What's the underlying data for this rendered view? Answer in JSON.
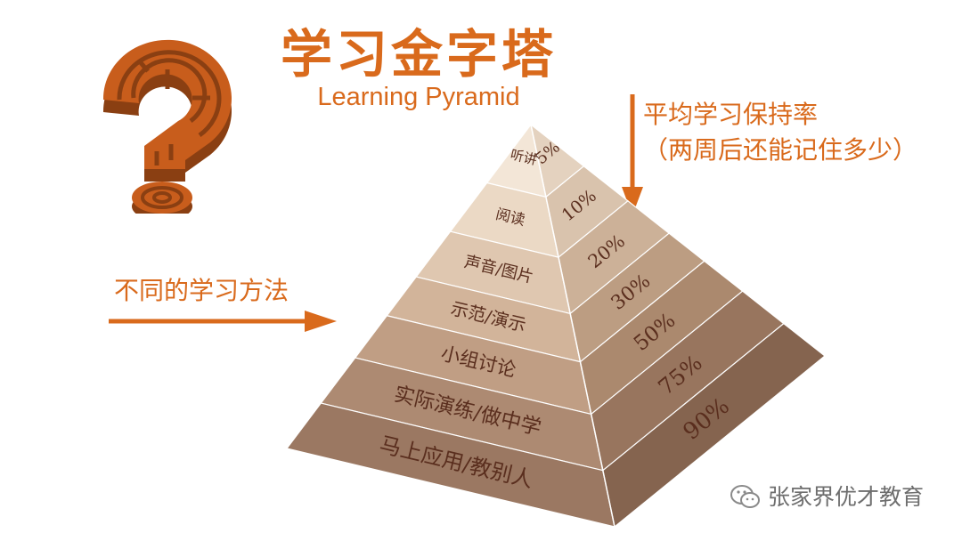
{
  "title": "学习金字塔",
  "subtitle": "Learning Pyramid",
  "retention_title": "平均学习保持率",
  "retention_subtitle": "（两周后还能记住多少）",
  "methods_label": "不同的学习方法",
  "watermark": "张家界优才教育",
  "levels": [
    {
      "method": "听讲",
      "rate": "5%"
    },
    {
      "method": "阅读",
      "rate": "10%"
    },
    {
      "method": "声音/图片",
      "rate": "20%"
    },
    {
      "method": "示范/演示",
      "rate": "30%"
    },
    {
      "method": "小组讨论",
      "rate": "50%"
    },
    {
      "method": "实际演练/做中学",
      "rate": "75%"
    },
    {
      "method": "马上应用/教别人",
      "rate": "90%"
    }
  ],
  "colors": {
    "accent": "#d96a1c",
    "front_faces": [
      "#f3e6d7",
      "#ebd9c5",
      "#dfc7b0",
      "#d2b49a",
      "#c09e84",
      "#ad8a72",
      "#9b7862"
    ],
    "side_faces": [
      "#e4d2bf",
      "#d9c3ad",
      "#ccb198",
      "#bc9d82",
      "#ab896e",
      "#98755e",
      "#85644f"
    ]
  },
  "icons": [
    "maze-question-mark-icon",
    "down-arrow-icon",
    "right-arrow-icon",
    "wechat-icon"
  ]
}
